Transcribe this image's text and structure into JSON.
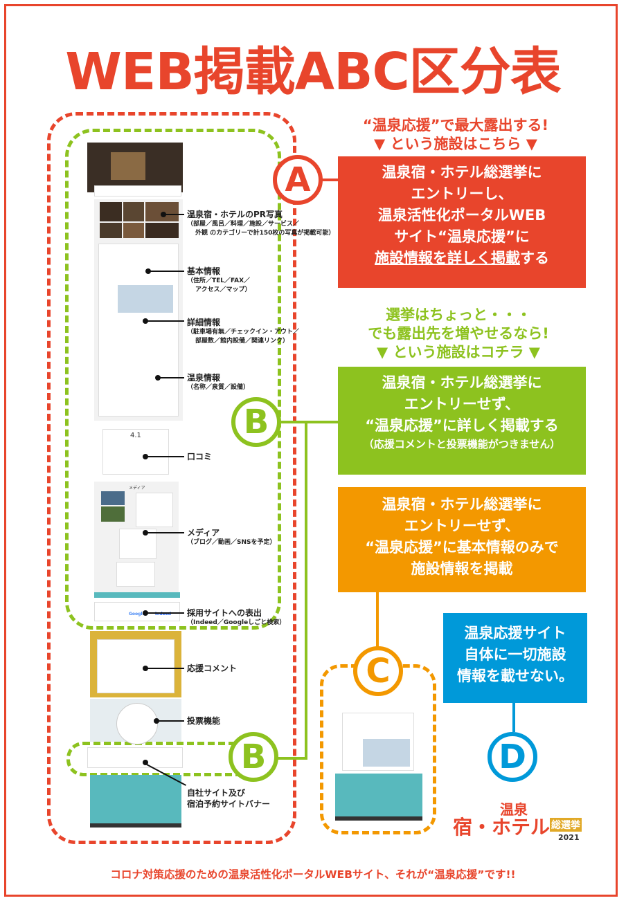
{
  "title": "WEB掲載ABC区分表",
  "section_a": {
    "letter": "A",
    "heading_line1": "“温泉応援”で最大露出する!",
    "heading_line2": "▼ という施設はこちら ▼",
    "box_lines": [
      "温泉宿・ホテル総選挙に",
      "エントリーし、",
      "温泉活性化ポータルWEB",
      "サイト“温泉応援”に"
    ],
    "box_last_underlined": "施設情報を詳しく掲載",
    "box_last_tail": "する",
    "color": "#e8452c"
  },
  "section_b": {
    "letter": "B",
    "heading_line1": "選挙はちょっと・・・",
    "heading_line2": "でも露出先を増やせるなら!",
    "heading_line3": "▼ という施設はコチラ ▼",
    "box_lines": [
      "温泉宿・ホテル総選挙に",
      "エントリーせず、",
      "“温泉応援”に詳しく掲載する"
    ],
    "box_note": "（応援コメントと投票機能がつきません）",
    "color": "#8dc21f"
  },
  "section_c": {
    "letter": "C",
    "box_lines": [
      "温泉宿・ホテル総選挙に",
      "エントリーせず、",
      "“温泉応援”に基本情報のみで",
      "施設情報を掲載"
    ],
    "color": "#f39800"
  },
  "section_d": {
    "letter": "D",
    "box_lines": [
      "温泉応援サイト",
      "自体に一切施設",
      "情報を載せない。"
    ],
    "color": "#0099d9"
  },
  "labels": {
    "pr_photo": {
      "title": "温泉宿・ホテルのPR写真",
      "sub1": "（部屋／風呂／料理／施設／サービス／",
      "sub2": "外観 のカテゴリーで計150枚の写真が掲載可能）"
    },
    "basic": {
      "title": "基本情報",
      "sub1": "（住所／TEL／FAX／",
      "sub2": "アクセス／マップ）"
    },
    "detail": {
      "title": "詳細情報",
      "sub1": "（駐車場有無／チェックイン・アウト／",
      "sub2": "部屋数／館内設備／関連リンク）"
    },
    "onsen": {
      "title": "温泉情報",
      "sub1": "（名称／泉質／設備）"
    },
    "review": {
      "title": "口コミ"
    },
    "media": {
      "title": "メディア",
      "sub1": "（ブログ／動画／SNSを予定）"
    },
    "recruit": {
      "title": "採用サイトへの表出",
      "sub1": "（Indeed／Googleしごと検索）"
    },
    "comment": {
      "title": "応援コメント"
    },
    "vote": {
      "title": "投票機能"
    },
    "banner": {
      "title": "自社サイト及び",
      "title2": "宿泊予約サイトバナー"
    }
  },
  "screenshot": {
    "rating": "4.1",
    "media_heading": "メディア",
    "recruit_google": "Google",
    "recruit_indeed": "indeed"
  },
  "logo": {
    "line1": "温泉",
    "line2": "宿・ホテル",
    "line3": "総選挙",
    "year": "2021"
  },
  "footer": "コロナ対策応援のための温泉活性化ポータルWEBサイト、それが“温泉応援”です!!"
}
